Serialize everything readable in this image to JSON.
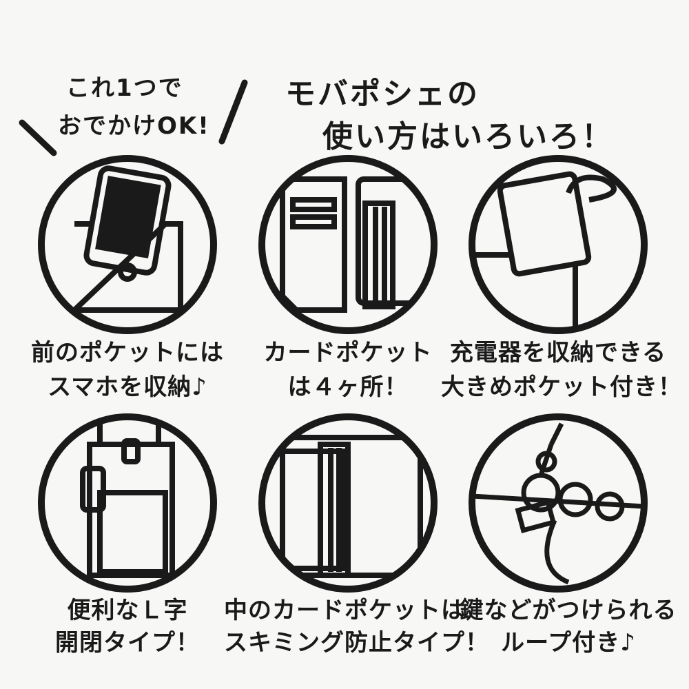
{
  "tagline": {
    "line1": "これ1つで",
    "line2": "おでかけOK!"
  },
  "title": {
    "line1": "モバポシェの",
    "line2": "使い方はいろいろ！"
  },
  "features": [
    {
      "icon": "phone-in-pocket-icon",
      "line1": "前のポケットには",
      "line2": "スマホを収納♪"
    },
    {
      "icon": "card-pocket-icon",
      "line1": "カードポケット",
      "line2": "は４ヶ所！"
    },
    {
      "icon": "large-pocket-icon",
      "line1": "充電器を収納できる",
      "line2": "大きめポケット付き！"
    },
    {
      "icon": "l-zip-opening-icon",
      "line1": "便利なＬ字",
      "line2": "開閉タイプ！"
    },
    {
      "icon": "skimming-block-card-pocket-icon",
      "line1": "中のカードポケットは",
      "line2": "スキミング防止タイプ！"
    },
    {
      "icon": "key-loop-icon",
      "line1": "鍵などがつけられる",
      "line2": "ループ付き♪"
    }
  ],
  "colors": {
    "ink": "#1a1a1a",
    "paper": "#f7f7f5"
  }
}
